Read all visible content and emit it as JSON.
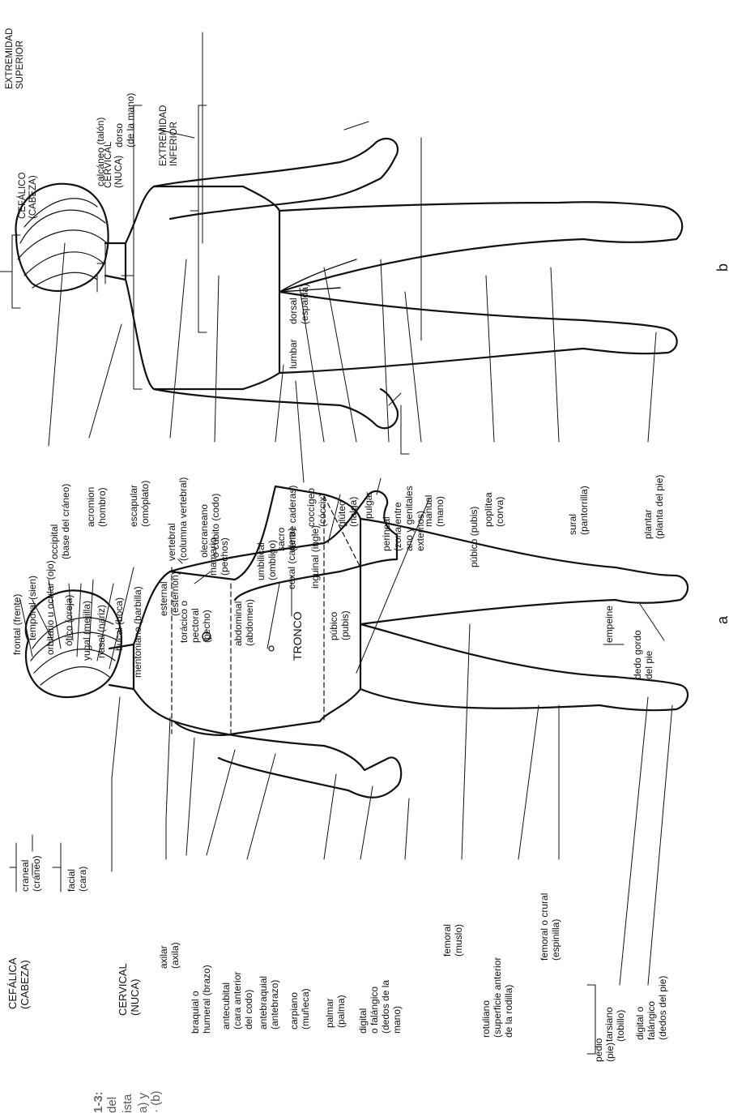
{
  "caption": {
    "number": "1-3:",
    "lines": [
      "del",
      "ista",
      "a) y",
      "· (b)"
    ]
  },
  "panel_a": {
    "letter": "a",
    "trunk_label": "TRONCO",
    "labels": {
      "cefalica": "CEFÁLICA\n(CABEZA)",
      "craneal": "craneal\n(cráneo)",
      "facial": "facial\n(cara)",
      "cervical": "CERVICAL\n(NUCA)",
      "axilar": "axilar\n(axila)",
      "braquial": "braquial o\nhumeral (brazo)",
      "antecubital": "antecubital\n(cara anterior\ndel codo)",
      "antebraquial": "antebraquial\n(antebrazo)",
      "carpiano": "carpiano\n(muñeca)",
      "palmar": "palmar\n(palma)",
      "digital_mano": "digital\no falángico\n(dedos de la\nmano)",
      "femoral": "femoral\n(muslo)",
      "rotuliano": "rotuliano\n(superficie anterior\nde la rodilla)",
      "femoral_crural": "femoral o crural\n(espinilla)",
      "pedio": "pedio\n(pie)",
      "tarsiano": "tarsiano\n(tobillo)",
      "digital_pie": "digital o\nfalángico\n(dedos del pie)",
      "frontal": "frontal (frente)",
      "temporal": "temporal (sien)",
      "orbitario": "orbitario u ocular (ojo)",
      "otico": "ótico (oreja)",
      "yugal": "yugal (mejilla)",
      "nasal": "nasal (nariz)",
      "bucal": "bucal (boca)",
      "mentoniano": "mentoniano (barbilla)",
      "esternal": "esternal\n(esternón)",
      "toracico": "torácico o\npectoral\n(pecho)",
      "abdominal": "abdominal\n(abdomen)",
      "pubico_inner": "púbico\n(pubis)",
      "mamario": "mamario\n(pechos)",
      "umbilical": "umbilical\n(ombligo)",
      "coxal": "coxal (cadera)",
      "inguinal": "inguinal (ingle)",
      "pulgar": "pulgar",
      "manual": "manual\n(mano)",
      "pubico": "púbico (pubis)",
      "empeine": "empeine",
      "dedo_gordo": "dedo gordo\ndel pie"
    }
  },
  "panel_b": {
    "letter": "b",
    "labels": {
      "occipital": "occipital\n(base del cráneo)",
      "acromion": "acromion\n(hombro)",
      "escapular": "escapular\n(omóplato)",
      "vertebral": "vertebral\n(columna vertebral)",
      "olecraneano": "olecraneano\no cúbito (codo)",
      "sacro": "sacro\n(entre caderas)",
      "coccigeo": "coccígeo\n(cóccix)",
      "gluteo": "glúteo\n(nalga)",
      "perineal": "perineal\n(zona entre\nano y genitales\nexternos)",
      "poplitea": "poplítea\n(corva)",
      "sural": "sural\n(pantorrilla)",
      "plantar": "plantar\n(planta del pie)",
      "cefalico": "CEFÁLICO\n(CABEZA)",
      "cervical": "CERVICAL\n(NUCA)",
      "extremidad_superior": "EXTREMIDAD\nSUPERIOR",
      "dorso": "dorso\n(de la mano)",
      "extremidad_inferior": "EXTREMIDAD\nINFERIOR",
      "calcaneo": "calcáneo (talón)",
      "dorsal": "dorsal\n(espalda)",
      "lumbar": "lumbar"
    }
  }
}
